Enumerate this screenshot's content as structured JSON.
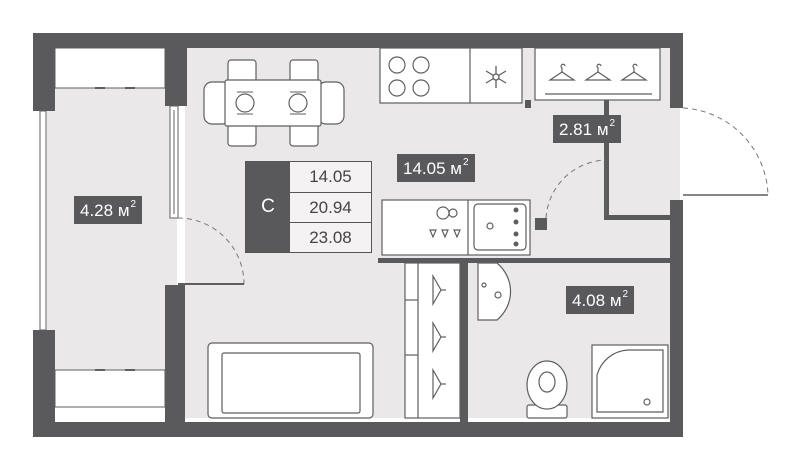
{
  "plan": {
    "apartment_type": "С",
    "areas_summary": [
      "14.05",
      "20.94",
      "23.08"
    ],
    "rooms": [
      {
        "name": "balcony",
        "area": "4.28",
        "unit": "м",
        "power": "2"
      },
      {
        "name": "living-room",
        "area": "14.05",
        "unit": "м",
        "power": "2"
      },
      {
        "name": "wardrobe",
        "area": "2.81",
        "unit": "м",
        "power": "2"
      },
      {
        "name": "bathroom",
        "area": "4.08",
        "unit": "м",
        "power": "2"
      }
    ]
  },
  "colors": {
    "wall": "#5a5a5c",
    "floor": "#ece9ea",
    "label_bg": "#59595b",
    "line": "#5f5f61"
  }
}
